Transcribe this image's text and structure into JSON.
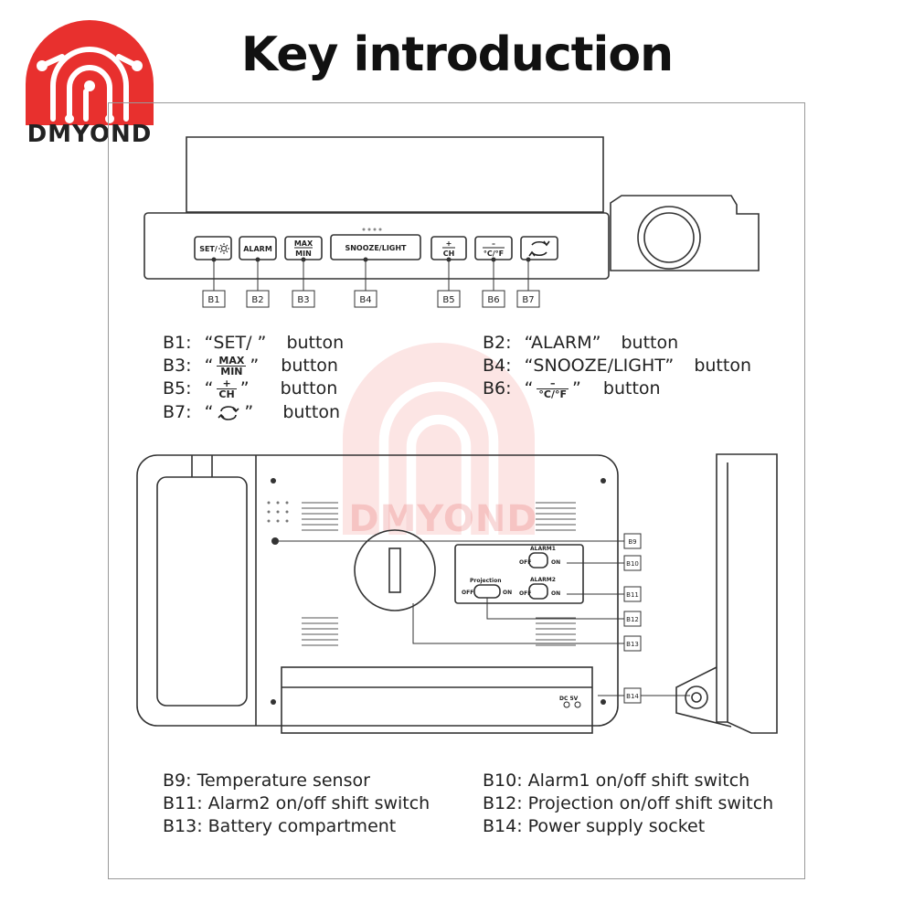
{
  "brand": {
    "name": "DMYOND",
    "accent": "#e8302e"
  },
  "title": "Key introduction",
  "keys": {
    "set_label": "SET/",
    "set_icon": "sun-light-icon",
    "alarm_label": "ALARM",
    "max_label": "MAX",
    "min_label": "MIN",
    "snooze_label": "SNOOZE/LIGHT",
    "plus_label": "+",
    "ch_label": "CH",
    "minus_label": "–",
    "cf_label": "°C/°F",
    "cycle_icon": "cycle-arrows-icon"
  },
  "callouts": [
    "B1",
    "B2",
    "B3",
    "B4",
    "B5",
    "B6",
    "B7",
    "B9",
    "B10",
    "B11",
    "B12",
    "B13",
    "B14"
  ],
  "back_labels": {
    "alarm1": "ALARM1",
    "alarm2": "ALARM2",
    "projection": "Projection",
    "off": "OFF",
    "on": "ON",
    "dc": "DC 5V"
  },
  "button_desc": {
    "b1_id": "B1:",
    "b1_text": "“SET/ ”",
    "b2_id": "B2:",
    "b2_text": "“ALARM”",
    "b3_id": "B3:",
    "b4_id": "B4:",
    "b4_text": "“SNOOZE/LIGHT”",
    "b5_id": "B5:",
    "b6_id": "B6:",
    "b7_id": "B7:",
    "open_q": "“",
    "close_q": "”",
    "button_word": "button"
  },
  "parts_desc": {
    "b9": "B9: Temperature sensor",
    "b10": "B10: Alarm1 on/off shift switch",
    "b11": "B11: Alarm2 on/off shift switch",
    "b12": "B12: Projection on/off shift switch",
    "b13": "B13: Battery compartment",
    "b14": "B14: Power supply socket"
  }
}
